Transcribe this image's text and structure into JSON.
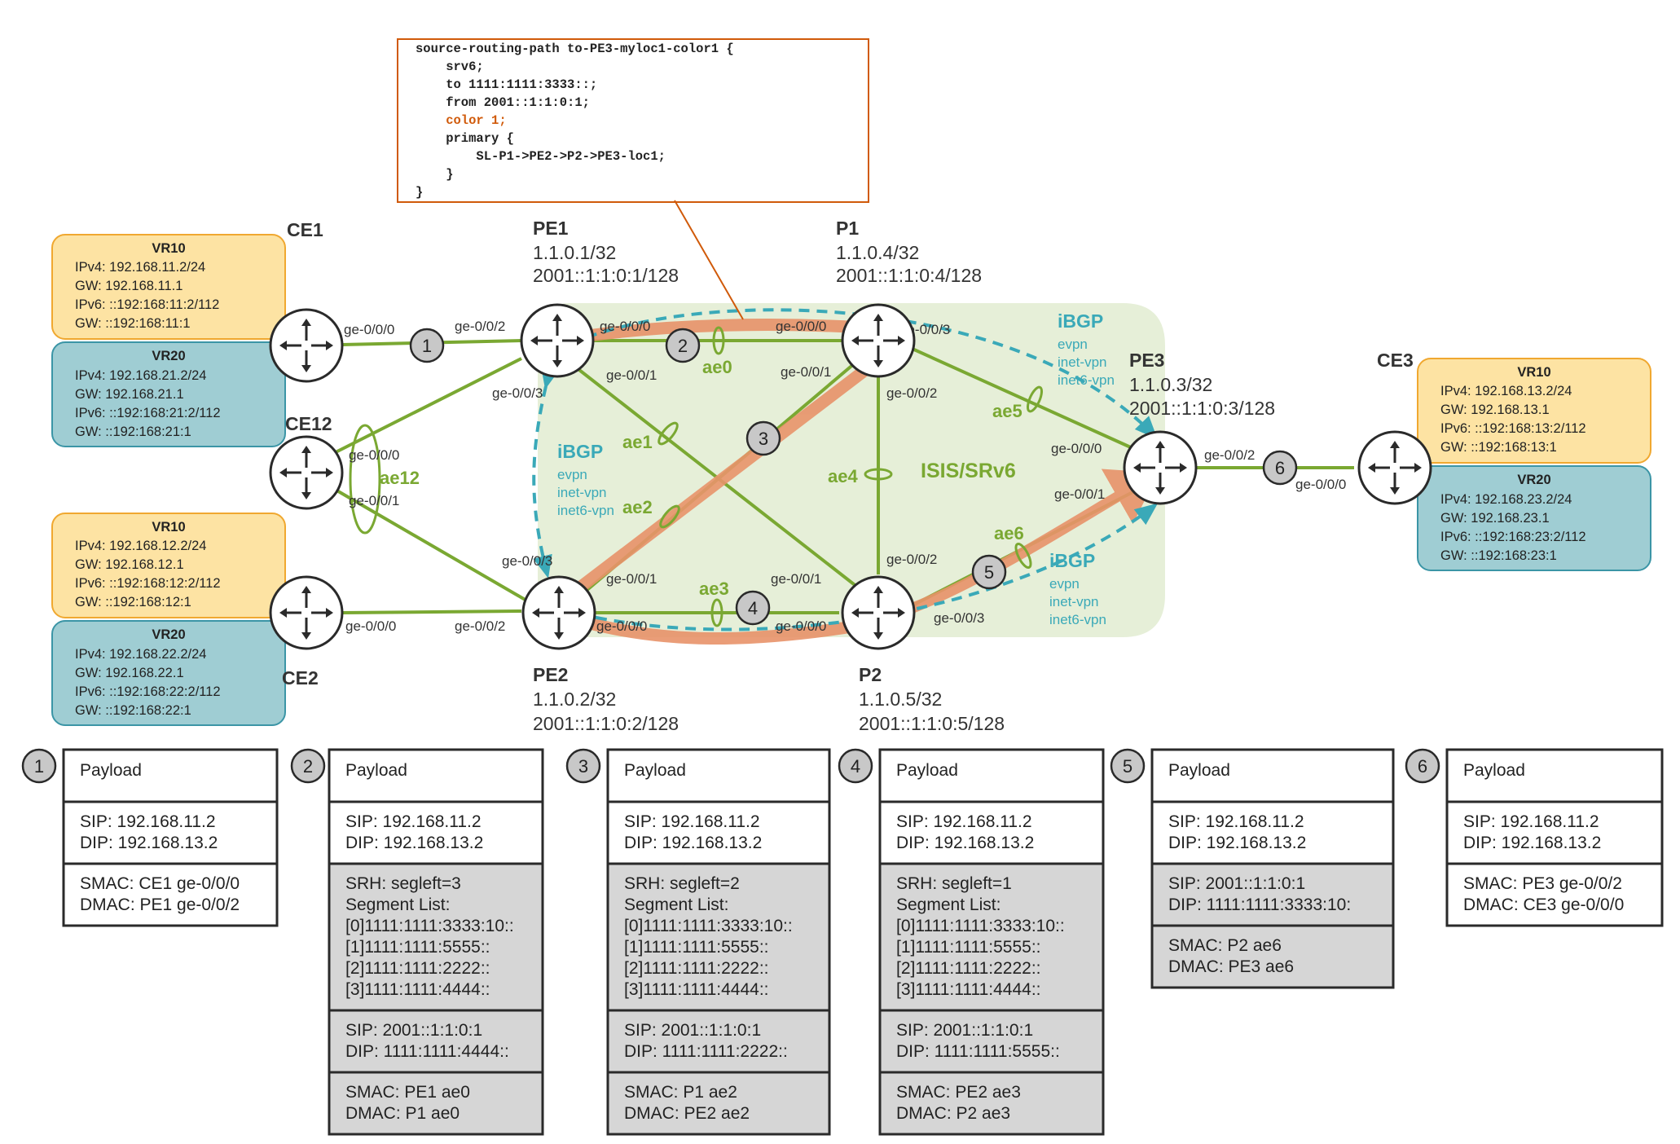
{
  "config": {
    "lines": [
      {
        "text": "source-routing-path to-PE3-myloc1-color1 {",
        "color": "#222222"
      },
      {
        "text": "    srv6;",
        "color": "#222222"
      },
      {
        "text": "    to 1111:1111:3333::;",
        "color": "#222222"
      },
      {
        "text": "    from 2001::1:1:0:1;",
        "color": "#222222"
      },
      {
        "text": "    color 1;",
        "color": "#d05a0a"
      },
      {
        "text": "    primary {",
        "color": "#222222"
      },
      {
        "text": "        SL-P1->PE2->P2->PE3-loc1;",
        "color": "#222222"
      },
      {
        "text": "    }",
        "color": "#222222"
      },
      {
        "text": "}",
        "color": "#222222"
      }
    ]
  },
  "routers": {
    "pe1": {
      "name": "PE1",
      "ipv4": "1.1.0.1/32",
      "ipv6": "2001::1:1:0:1/128"
    },
    "p1": {
      "name": "P1",
      "ipv4": "1.1.0.4/32",
      "ipv6": "2001::1:1:0:4/128"
    },
    "pe3": {
      "name": "PE3",
      "ipv4": "1.1.0.3/32",
      "ipv6": "2001::1:1:0:3/128"
    },
    "pe2": {
      "name": "PE2",
      "ipv4": "1.1.0.2/32",
      "ipv6": "2001::1:1:0:2/128"
    },
    "p2": {
      "name": "P2",
      "ipv4": "1.1.0.5/32",
      "ipv6": "2001::1:1:0:5/128"
    },
    "ce1": {
      "name": "CE1"
    },
    "ce12": {
      "name": "CE12"
    },
    "ce2": {
      "name": "CE2"
    },
    "ce3": {
      "name": "CE3"
    }
  },
  "vrs": {
    "ce1_vr10": {
      "title": "VR10",
      "lines": [
        "IPv4: 192.168.11.2/24",
        "GW: 192.168.11.1",
        "IPv6: ::192:168:11:2/112",
        "GW: ::192:168:11:1"
      ]
    },
    "ce1_vr20": {
      "title": "VR20",
      "lines": [
        "IPv4: 192.168.21.2/24",
        "GW: 192.168.21.1",
        "IPv6: ::192:168:21:2/112",
        "GW: ::192:168:21:1"
      ]
    },
    "ce2_vr10": {
      "title": "VR10",
      "lines": [
        "IPv4: 192.168.12.2/24",
        "GW: 192.168.12.1",
        "IPv6: ::192:168:12:2/112",
        "GW: ::192:168:12:1"
      ]
    },
    "ce2_vr20": {
      "title": "VR20",
      "lines": [
        "IPv4: 192.168.22.2/24",
        "GW: 192.168.22.1",
        "IPv6: ::192:168:22:2/112",
        "GW: ::192:168:22:1"
      ]
    },
    "ce3_vr10": {
      "title": "VR10",
      "lines": [
        "IPv4: 192.168.13.2/24",
        "GW: 192.168.13.1",
        "IPv6: ::192:168:13:2/112",
        "GW: ::192:168:13:1"
      ]
    },
    "ce3_vr20": {
      "title": "VR20",
      "lines": [
        "IPv4: 192.168.23.2/24",
        "GW: 192.168.23.1",
        "IPv6: ::192:168:23:2/112",
        "GW: ::192:168:23:1"
      ]
    }
  },
  "interfaces": {
    "ce1_ge000": "ge-0/0/0",
    "pe1_ge002": "ge-0/0/2",
    "pe1_ge000": "ge-0/0/0",
    "pe1_ge001": "ge-0/0/1",
    "pe1_ge003": "ge-0/0/3",
    "p1_ge000": "ge-0/0/0",
    "p1_ge003": "ge-0/0/3",
    "p1_ge001": "ge-0/0/1",
    "p1_ge002": "ge-0/0/2",
    "ce12_ge000": "ge-0/0/0",
    "ce12_ge001": "ge-0/0/1",
    "pe2_ge003": "ge-0/0/3",
    "pe2_ge001": "ge-0/0/1",
    "pe2_ge002": "ge-0/0/2",
    "pe2_ge000": "ge-0/0/0",
    "ce2_ge000": "ge-0/0/0",
    "p2_ge001": "ge-0/0/1",
    "p2_ge002": "ge-0/0/2",
    "p2_ge000": "ge-0/0/0",
    "p2_ge003": "ge-0/0/3",
    "pe3_ge000": "ge-0/0/0",
    "pe3_ge001": "ge-0/0/1",
    "pe3_ge002": "ge-0/0/2",
    "ce3_ge000": "ge-0/0/0"
  },
  "aes": {
    "ae0": "ae0",
    "ae1": "ae1",
    "ae2": "ae2",
    "ae3": "ae3",
    "ae4": "ae4",
    "ae5": "ae5",
    "ae6": "ae6",
    "ae12": "ae12"
  },
  "steps": [
    "1",
    "2",
    "3",
    "4",
    "5",
    "6"
  ],
  "ibgp": {
    "title": "iBGP",
    "families": [
      "evpn",
      "inet-vpn",
      "inet6-vpn"
    ]
  },
  "domain_label": "ISIS/SRv6",
  "packets": [
    {
      "step": "1",
      "sections": [
        {
          "lines": [
            "Payload"
          ],
          "shaded": false
        },
        {
          "lines": [
            "SIP: 192.168.11.2",
            "DIP: 192.168.13.2"
          ],
          "shaded": false
        },
        {
          "lines": [
            "SMAC: CE1 ge-0/0/0",
            "DMAC: PE1 ge-0/0/2"
          ],
          "shaded": false
        }
      ]
    },
    {
      "step": "2",
      "sections": [
        {
          "lines": [
            "Payload"
          ],
          "shaded": false
        },
        {
          "lines": [
            "SIP: 192.168.11.2",
            "DIP: 192.168.13.2"
          ],
          "shaded": false
        },
        {
          "lines": [
            "SRH: segleft=3",
            "Segment List:",
            "[0]1111:1111:3333:10::",
            "[1]1111:1111:5555::",
            "[2]1111:1111:2222::",
            "[3]1111:1111:4444::"
          ],
          "shaded": true
        },
        {
          "lines": [
            "SIP: 2001::1:1:0:1",
            "DIP: 1111:1111:4444::"
          ],
          "shaded": true
        },
        {
          "lines": [
            "SMAC: PE1 ae0",
            "DMAC: P1 ae0"
          ],
          "shaded": true
        }
      ]
    },
    {
      "step": "3",
      "sections": [
        {
          "lines": [
            "Payload"
          ],
          "shaded": false
        },
        {
          "lines": [
            "SIP: 192.168.11.2",
            "DIP: 192.168.13.2"
          ],
          "shaded": false
        },
        {
          "lines": [
            "SRH: segleft=2",
            "Segment List:",
            "[0]1111:1111:3333:10::",
            "[1]1111:1111:5555::",
            "[2]1111:1111:2222::",
            "[3]1111:1111:4444::"
          ],
          "shaded": true
        },
        {
          "lines": [
            "SIP: 2001::1:1:0:1",
            "DIP: 1111:1111:2222::"
          ],
          "shaded": true
        },
        {
          "lines": [
            "SMAC: P1 ae2",
            "DMAC: PE2 ae2"
          ],
          "shaded": true
        }
      ]
    },
    {
      "step": "4",
      "sections": [
        {
          "lines": [
            "Payload"
          ],
          "shaded": false
        },
        {
          "lines": [
            "SIP: 192.168.11.2",
            "DIP: 192.168.13.2"
          ],
          "shaded": false
        },
        {
          "lines": [
            "SRH: segleft=1",
            "Segment List:",
            "[0]1111:1111:3333:10::",
            "[1]1111:1111:5555::",
            "[2]1111:1111:2222::",
            "[3]1111:1111:4444::"
          ],
          "shaded": true
        },
        {
          "lines": [
            "SIP: 2001::1:1:0:1",
            "DIP: 1111:1111:5555::"
          ],
          "shaded": true
        },
        {
          "lines": [
            "SMAC: PE2 ae3",
            "DMAC: P2 ae3"
          ],
          "shaded": true
        }
      ]
    },
    {
      "step": "5",
      "sections": [
        {
          "lines": [
            "Payload"
          ],
          "shaded": false
        },
        {
          "lines": [
            "SIP: 192.168.11.2",
            "DIP: 192.168.13.2"
          ],
          "shaded": false
        },
        {
          "lines": [
            "SIP: 2001::1:1:0:1",
            "DIP: 1111:1111:3333:10:"
          ],
          "shaded": true
        },
        {
          "lines": [
            "SMAC: P2 ae6",
            "DMAC: PE3 ae6"
          ],
          "shaded": true
        }
      ]
    },
    {
      "step": "6",
      "sections": [
        {
          "lines": [
            "Payload"
          ],
          "shaded": false
        },
        {
          "lines": [
            "SIP: 192.168.11.2",
            "DIP: 192.168.13.2"
          ],
          "shaded": false
        },
        {
          "lines": [
            "SMAC: PE3 ge-0/0/2",
            "DMAC: CE3 ge-0/0/0"
          ],
          "shaded": false
        }
      ]
    }
  ],
  "colors": {
    "link": "#7aa832",
    "path": "#e8936a",
    "ibgp": "#3aa9b8",
    "vr10_fill": "#fde3a3",
    "vr10_stroke": "#f0a830",
    "vr20_fill": "#9fcdd3",
    "vr20_stroke": "#3b95a6",
    "zone": "#e6efd8",
    "step_fill": "#c8c8c8",
    "shaded": "#d6d6d6",
    "accent": "#d05a0a"
  }
}
